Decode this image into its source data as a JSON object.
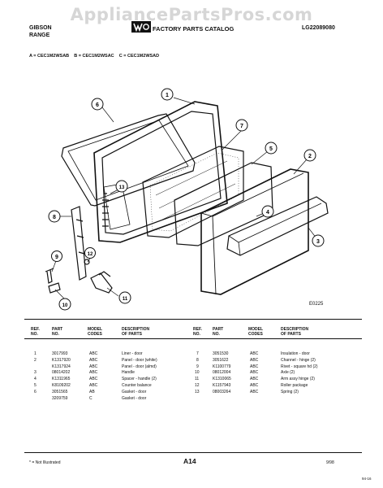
{
  "watermark": "AppliancePartsPros.com",
  "header": {
    "brand_line1": "GIBSON",
    "brand_line2": "RANGE",
    "catalog_title": "FACTORY PARTS CATALOG",
    "catalog_number": "LG22089080"
  },
  "models": {
    "a": "A = CEC1M2WSAB",
    "b": "B = CEC1M2WSAC",
    "c": "C = CEC1M2WSAD"
  },
  "diagram": {
    "code": "E0225",
    "callouts": [
      "1",
      "2",
      "3",
      "4",
      "5",
      "6",
      "7",
      "8",
      "9",
      "10",
      "11",
      "12",
      "13"
    ]
  },
  "table": {
    "headers": {
      "ref": [
        "REF.",
        "NO."
      ],
      "part": [
        "PART",
        "NO."
      ],
      "model": [
        "MODEL",
        "CODES"
      ],
      "desc": [
        "DESCRIPTION",
        "OF PARTS"
      ]
    },
    "left_rows": [
      {
        "ref": "1",
        "part": "3017993",
        "model": "ABC",
        "desc": "Liner - door"
      },
      {
        "ref": "2",
        "part": "K1317920",
        "model": "ABC",
        "desc": "Panel - door (white)"
      },
      {
        "ref": "",
        "part": "K1317924",
        "model": "ABC",
        "desc": "Panel - door (almd)"
      },
      {
        "ref": "3",
        "part": "08014202",
        "model": "ABC",
        "desc": "Handle"
      },
      {
        "ref": "4",
        "part": "K1311965",
        "model": "ABC",
        "desc": "Spacer - handle (2)"
      },
      {
        "ref": "5",
        "part": "K8109202",
        "model": "ABC",
        "desc": "Counter balance"
      },
      {
        "ref": "6",
        "part": "3051565",
        "model": "AB",
        "desc": "Gasket - door"
      },
      {
        "ref": "",
        "part": "3209759",
        "model": "C",
        "desc": "Gasket - door"
      }
    ],
    "right_rows": [
      {
        "ref": "7",
        "part": "3051530",
        "model": "ABC",
        "desc": "Insulation - door"
      },
      {
        "ref": "8",
        "part": "3051622",
        "model": "ABC",
        "desc": "Channel - hinge (2)"
      },
      {
        "ref": "9",
        "part": "K1100779",
        "model": "ABC",
        "desc": "Rivet - square hd (2)"
      },
      {
        "ref": "10",
        "part": "08012004",
        "model": "ABC",
        "desc": "Axle (2)"
      },
      {
        "ref": "11",
        "part": "K1310065",
        "model": "ABC",
        "desc": "Arm assy hinge (2)"
      },
      {
        "ref": "12",
        "part": "K1157943",
        "model": "ABC",
        "desc": "Roller package"
      },
      {
        "ref": "13",
        "part": "08003264",
        "model": "ABC",
        "desc": "Spring (2)"
      }
    ]
  },
  "footer": {
    "note": "* = Not Illustrated",
    "page": "A14",
    "date": "9/98",
    "corner": "94-16"
  }
}
